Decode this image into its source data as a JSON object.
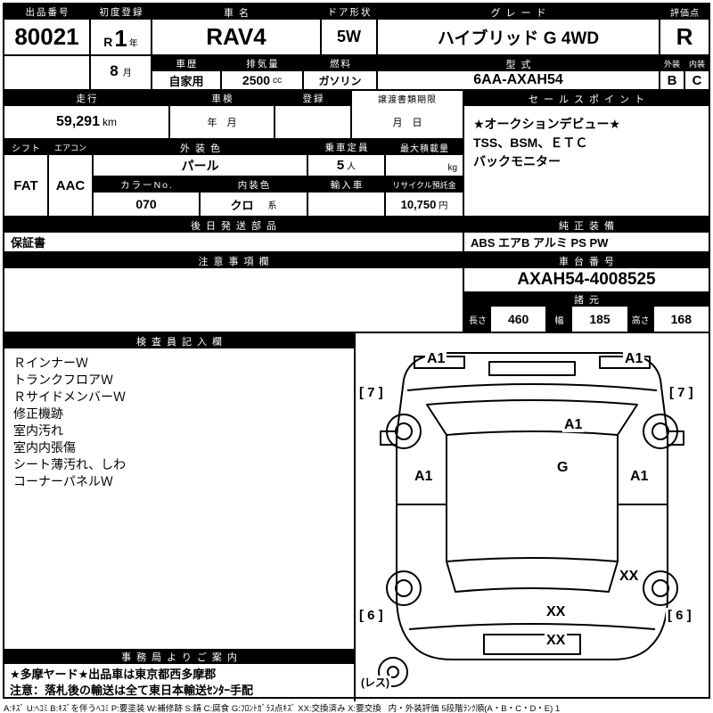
{
  "top": {
    "auction_no": {
      "label": "出品番号",
      "value": "80021"
    },
    "first_reg": {
      "label": "初度登録",
      "era": "R",
      "year": "1",
      "year_unit": "年",
      "month": "8",
      "month_unit": "月"
    },
    "car_name": {
      "label": "車名",
      "value": "RAV4"
    },
    "door": {
      "label": "ドア形状",
      "value": "5W"
    },
    "grade": {
      "label": "グレード",
      "value": "ハイブリッド G  4WD"
    },
    "score": {
      "label": "評価点",
      "value": "R"
    },
    "history": {
      "label": "車歴",
      "value": "自家用"
    },
    "displacement": {
      "label": "排気量",
      "value": "2500",
      "unit": "cc"
    },
    "fuel": {
      "label": "燃料",
      "value": "ガソリン"
    },
    "model": {
      "label": "型式",
      "value": "6AA-AXAH54"
    },
    "exterior": {
      "label": "外装",
      "value": "B"
    },
    "interior": {
      "label": "内装",
      "value": "C"
    }
  },
  "mileage_row": {
    "mileage": {
      "label": "走行",
      "value": "59,291",
      "unit": "km"
    },
    "shaken": {
      "label": "車検",
      "value": "年　月"
    },
    "registration": {
      "label": "登録"
    },
    "transfer": {
      "label": "譲渡書類期限",
      "value": "月　日"
    }
  },
  "sales": {
    "label": "セールスポイント",
    "lines": [
      "★オークションデビュー★",
      "TSS、BSM、ＥＴＣ",
      "バックモニター"
    ]
  },
  "spec": {
    "shift": {
      "label": "シフト",
      "value": "FAT"
    },
    "aircon": {
      "label": "エアコン",
      "value": "AAC"
    },
    "ext_color": {
      "label": "外装色",
      "value": "パール"
    },
    "capacity": {
      "label": "乗車定員",
      "value": "5",
      "unit": "人"
    },
    "max_load": {
      "label": "最大積載量",
      "unit": "kg"
    },
    "color_no": {
      "label": "カラーNo.",
      "value": "070"
    },
    "int_color": {
      "label": "内装色",
      "value": "クロ",
      "unit": "系"
    },
    "import_car": {
      "label": "輸入車"
    },
    "recycle": {
      "label": "リサイクル預託金",
      "value": "10,750",
      "unit": "円"
    }
  },
  "later_parts": {
    "label": "後日発送部品",
    "value": "保証書"
  },
  "equipment": {
    "label": "純正装備",
    "value": "ABS エアB アルミ PS PW"
  },
  "caution": {
    "label": "注意事項欄"
  },
  "chassis": {
    "label": "車台番号",
    "value": "AXAH54-4008525"
  },
  "dims": {
    "label": "諸元",
    "items": [
      {
        "k": "長さ",
        "v": "460"
      },
      {
        "k": "幅",
        "v": "185"
      },
      {
        "k": "高さ",
        "v": "168"
      }
    ]
  },
  "inspector": {
    "label": "検査員記入欄",
    "items": [
      "ＲインナーＷ",
      "トランクフロアＷ",
      "ＲサイドメンバーＷ",
      "修正機跡",
      "室内汚れ",
      "室内内張傷",
      "シート薄汚れ、しわ",
      "コーナーパネルＷ"
    ]
  },
  "office": {
    "label": "事務局よりご案内",
    "lines": [
      "★多摩ヤード★出品車は東京都西多摩郡",
      "注意：落札後の輸送は全て東日本輸送ｾﾝﾀｰ手配"
    ]
  },
  "diagram": {
    "labels": {
      "a1_front_left": "A1",
      "a1_front_right": "A1",
      "bk7_left": "[ 7 ]",
      "bk7_right": "[ 7 ]",
      "a1_cowl": "A1",
      "a1_door_left": "A1",
      "g_center": "G",
      "a1_door_right": "A1",
      "xx_qtr_right": "XX",
      "xx_rear_center": "XX",
      "bk6_left": "[ 6 ]",
      "bk6_right": "[ 6 ]",
      "xx_rear_bumper": "XX",
      "spare_less": "(レス)"
    }
  },
  "legend": "A:ｷｽﾞ U:ﾍｺﾐ B:ｷｽﾞを伴うﾍｺﾐ P:要塗装 W:補修跡 S:錆 C:腐食 G:ﾌﾛﾝﾄｶﾞﾗｽ点ｷｽﾞ XX:交換済み X:要交換   内・外装評価 5段階ﾗﾝｸ順(A・B・C・D・E) 1"
}
